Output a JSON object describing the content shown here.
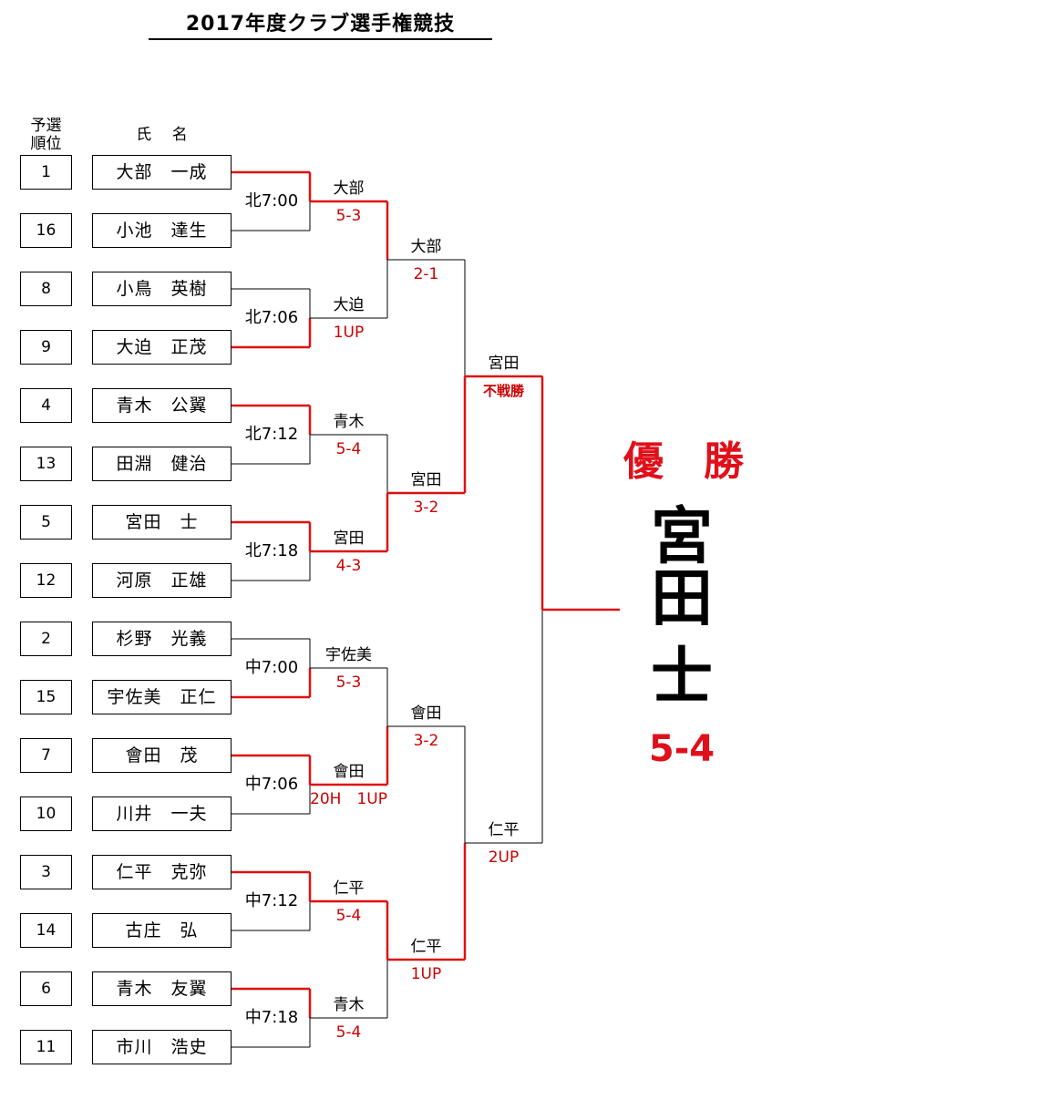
{
  "title": "2017年度クラブ選手権競技",
  "headers": {
    "rank_line1": "予選",
    "rank_line2": "順位",
    "name": "氏　 名"
  },
  "players": [
    {
      "rank": "1",
      "name": "大部　一成"
    },
    {
      "rank": "16",
      "name": "小池　達生"
    },
    {
      "rank": "8",
      "name": "小鳥　英樹"
    },
    {
      "rank": "9",
      "name": "大迫　正茂"
    },
    {
      "rank": "4",
      "name": "青木　公翼"
    },
    {
      "rank": "13",
      "name": "田淵　健治"
    },
    {
      "rank": "5",
      "name": "宮田　士"
    },
    {
      "rank": "12",
      "name": "河原　正雄"
    },
    {
      "rank": "2",
      "name": "杉野　光義"
    },
    {
      "rank": "15",
      "name": "宇佐美　正仁"
    },
    {
      "rank": "7",
      "name": "會田　茂"
    },
    {
      "rank": "10",
      "name": "川井　一夫"
    },
    {
      "rank": "3",
      "name": "仁平　克弥"
    },
    {
      "rank": "14",
      "name": "古庄　弘"
    },
    {
      "rank": "6",
      "name": "青木　友翼"
    },
    {
      "rank": "11",
      "name": "市川　浩史"
    }
  ],
  "round1": [
    {
      "time": "北7:00",
      "winner": "大部",
      "score": "5-3",
      "winner_slot": 0
    },
    {
      "time": "北7:06",
      "winner": "大迫",
      "score": "1UP",
      "winner_slot": 1
    },
    {
      "time": "北7:12",
      "winner": "青木",
      "score": "5-4",
      "winner_slot": 0
    },
    {
      "time": "北7:18",
      "winner": "宮田",
      "score": "4-3",
      "winner_slot": 0
    },
    {
      "time": "中7:00",
      "winner": "宇佐美",
      "score": "5-3",
      "winner_slot": 1
    },
    {
      "time": "中7:06",
      "winner": "會田",
      "score": "20H　1UP",
      "winner_slot": 0
    },
    {
      "time": "中7:12",
      "winner": "仁平",
      "score": "5-4",
      "winner_slot": 0
    },
    {
      "time": "中7:18",
      "winner": "青木",
      "score": "5-4",
      "winner_slot": 0
    }
  ],
  "round2": [
    {
      "winner": "大部",
      "score": "2-1",
      "winner_slot": 0
    },
    {
      "winner": "宮田",
      "score": "3-2",
      "winner_slot": 1
    },
    {
      "winner": "會田",
      "score": "3-2",
      "winner_slot": 1
    },
    {
      "winner": "仁平",
      "score": "1UP",
      "winner_slot": 0
    }
  ],
  "round3": [
    {
      "winner": "宮田",
      "score": "不戦勝",
      "winner_slot": 1
    },
    {
      "winner": "仁平",
      "score": "2UP",
      "winner_slot": 1
    }
  ],
  "final": {
    "winner_slot": 0
  },
  "champion": {
    "title": "優　勝",
    "name_chars": [
      "宮",
      "田",
      "士"
    ],
    "score": "5-4"
  },
  "colors": {
    "win_line": "#dd1111",
    "lose_line": "#000000",
    "score_text": "#cc0000",
    "champ_text": "#e0101a"
  }
}
